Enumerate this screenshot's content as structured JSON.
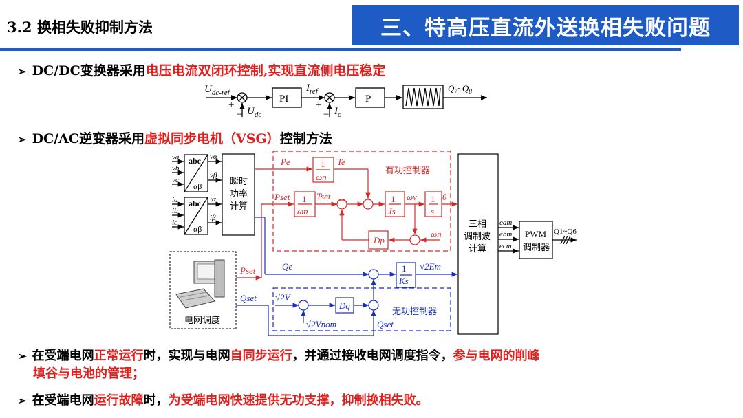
{
  "header": {
    "section": "3.2 换相失败抑制方法",
    "title": "三、特高压直流外送换相失败问题"
  },
  "bullet1": {
    "prefix": "DC/DC变换器采用",
    "highlight": "电压电流双闭环控制,实现直流侧电压稳定"
  },
  "bullet2": {
    "prefix": "DC/AC逆变器采用",
    "highlight": "虚拟同步电机（VSG）",
    "suffix": "控制方法"
  },
  "loop": {
    "udcref": "U",
    "udcref_sub": "dc-ref",
    "pi": "PI",
    "iref": "I",
    "iref_sub": "ref",
    "p": "P",
    "q_out": "Q",
    "q_out_tail": "~Q",
    "udc": "U",
    "udc_sub": "dc",
    "io": "I",
    "io_sub": "o",
    "plus": "+",
    "minus": "−"
  },
  "vsg": {
    "abc": "abc",
    "ab": "αβ",
    "inst1": "瞬时",
    "inst2": "功率",
    "inst3": "计算",
    "one": "1",
    "omega_n": "ωn",
    "Js": "Js",
    "s": "s",
    "Ks": "Ks",
    "Dp": "Dp",
    "Dq": "Dq",
    "Pe": "Pe",
    "Te": "Te",
    "Pset": "Pset",
    "Tset": "Tset",
    "omega_v": "ωv",
    "theta": "θ",
    "Qe": "Qe",
    "Qset": "Qset",
    "sqrt2V": "√2V",
    "sqrt2Vnom": "√2Vnom",
    "sqrt2Em": "√2Em",
    "active": "有功控制器",
    "reactive": "无功控制器",
    "mod1": "三相",
    "mod2": "调制波",
    "mod3": "计算",
    "pwm1": "PWM",
    "pwm2": "调制器",
    "q_out": "Q1~Q6",
    "eam": "eam",
    "ebm": "ebm",
    "ecm": "ecm",
    "grid": "电网调度",
    "va": "va",
    "vb": "vb",
    "vc": "vc",
    "ia": "ia",
    "ib": "ib",
    "ic": "ic",
    "valpha": "vα",
    "vbeta": "vβ",
    "ialpha": "iα",
    "ibeta": "iβ"
  },
  "para1": {
    "a": "在受端电网",
    "b": "正常运行",
    "c": "时，实现与电网",
    "d": "自同步运行",
    "e": "，并通过接收电网调度指令，",
    "f": "参与电网的削峰",
    "g": "填谷与电池的管理；"
  },
  "para2": {
    "a": "在受端电网",
    "b": "运行故障",
    "c": "时，",
    "d": "为受端电网快速提供无功支撑，抑制换相失败。"
  },
  "colors": {
    "accent": "#1f5bc4",
    "red": "#e0201e",
    "blue": "#1b2fbf"
  }
}
